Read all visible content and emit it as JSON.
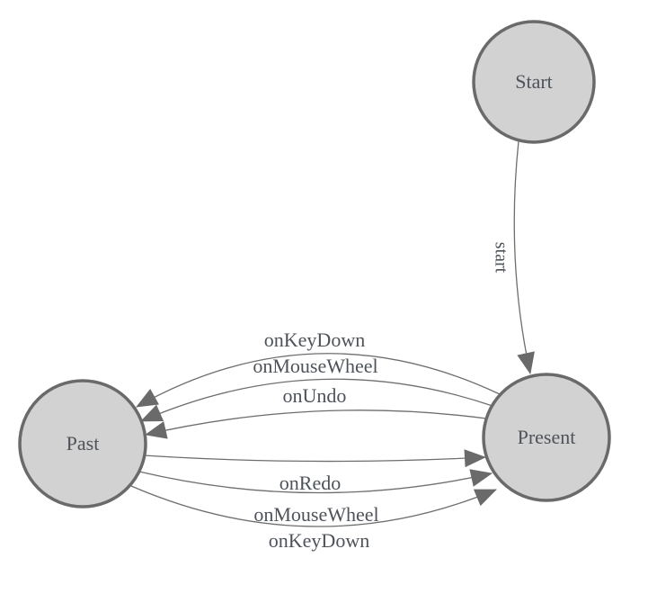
{
  "diagram": {
    "type": "state-machine",
    "colors": {
      "background": "#ffffff",
      "node_fill": "#d2d2d2",
      "node_stroke": "#6a6a6a",
      "edge_stroke": "#6e6e6e",
      "arrow_fill": "#6a6a6a",
      "label_text": "#4e535a"
    },
    "nodes": [
      {
        "id": "start",
        "label": "Start"
      },
      {
        "id": "past",
        "label": "Past"
      },
      {
        "id": "present",
        "label": "Present"
      }
    ],
    "edges": [
      {
        "from": "Start",
        "to": "Present",
        "label": "start"
      },
      {
        "from": "Present",
        "to": "Past",
        "label": "onKeyDown"
      },
      {
        "from": "Present",
        "to": "Past",
        "label": "onMouseWheel"
      },
      {
        "from": "Present",
        "to": "Past",
        "label": "onUndo"
      },
      {
        "from": "Past",
        "to": "Present",
        "label": "onRedo"
      },
      {
        "from": "Past",
        "to": "Present",
        "label": "onMouseWheel"
      },
      {
        "from": "Past",
        "to": "Present",
        "label": "onKeyDown"
      }
    ]
  }
}
